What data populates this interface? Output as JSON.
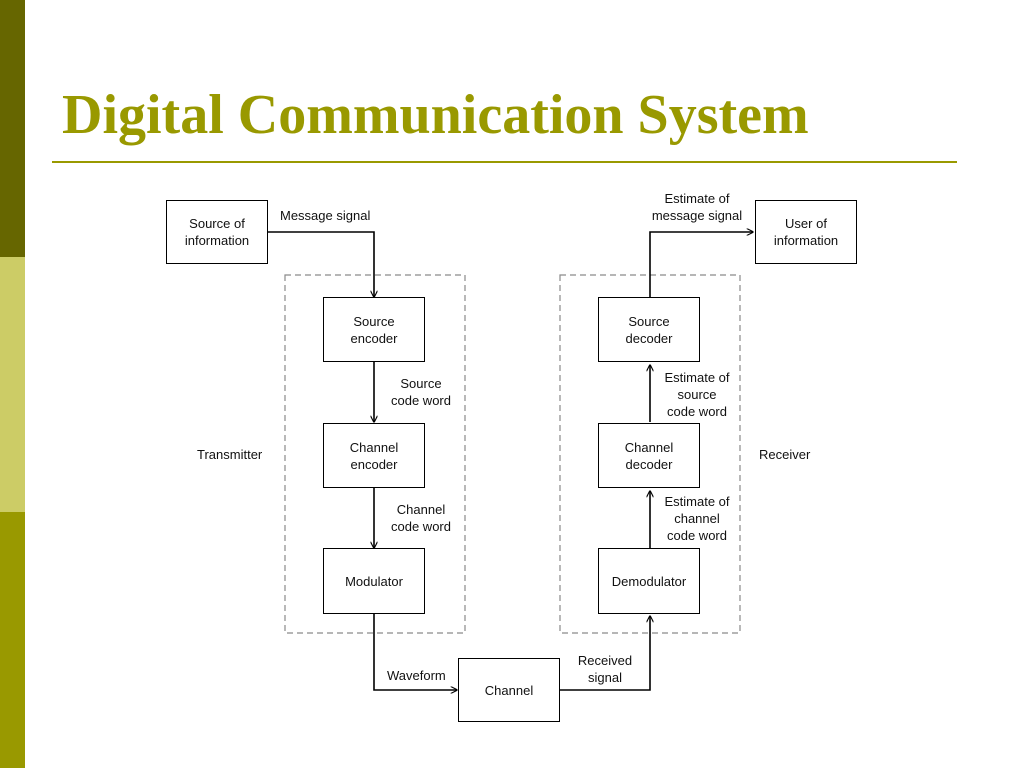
{
  "slide": {
    "title": "Digital Communication System"
  },
  "diagram": {
    "blocks": {
      "source_of_information": "Source of\ninformation",
      "source_encoder": "Source\nencoder",
      "channel_encoder": "Channel\nencoder",
      "modulator": "Modulator",
      "channel": "Channel",
      "demodulator": "Demodulator",
      "channel_decoder": "Channel\ndecoder",
      "source_decoder": "Source\ndecoder",
      "user_of_information": "User of\ninformation"
    },
    "groups": {
      "transmitter": "Transmitter",
      "receiver": "Receiver"
    },
    "signals": {
      "message_signal": "Message signal",
      "source_code_word": "Source\ncode word",
      "channel_code_word": "Channel\ncode word",
      "waveform": "Waveform",
      "received_signal": "Received\nsignal",
      "estimate_channel_code_word": "Estimate of\nchannel\ncode word",
      "estimate_source_code_word": "Estimate of\nsource\ncode word",
      "estimate_message_signal": "Estimate of\nmessage signal"
    }
  },
  "colors": {
    "accent": "#999900",
    "sidebar_dark": "#666600",
    "sidebar_light": "#cccc66"
  }
}
